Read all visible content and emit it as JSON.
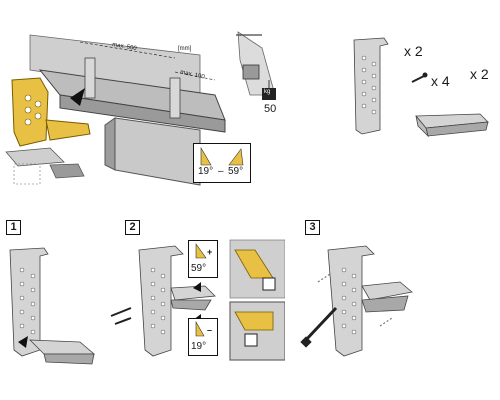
{
  "overview": {
    "dim_max_500": "max. 500",
    "dim_unit": "[mm]",
    "dim_max_100": "max. 100",
    "angle_min": "19°",
    "angle_dash": "–",
    "angle_max": "59°",
    "load_unit": "kg",
    "load_value": "50"
  },
  "parts": {
    "bracket_qty": "x 2",
    "screw_qty": "x 4",
    "shelf_support_qty": "x 2"
  },
  "steps": [
    {
      "number": "1"
    },
    {
      "number": "2",
      "angle_up": "59°",
      "angle_down": "19°",
      "plus_sign": "+",
      "minus_sign": "–"
    },
    {
      "number": "3"
    }
  ],
  "colors": {
    "highlight": "#e8c043",
    "metal": "#c8c8c8",
    "metal_dark": "#8d8d8d",
    "wall": "#b8b8b8"
  }
}
